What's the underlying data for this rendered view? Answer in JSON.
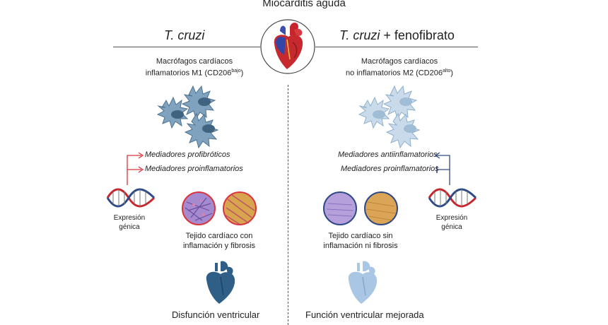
{
  "title": "Miocarditis aguda",
  "left": {
    "heading_italic": "T. cruzi",
    "heading_rest": "",
    "macrophage_label_1": "Macrófagos cardíacos",
    "macrophage_label_2": "inflamatorios M1 (CD206",
    "macrophage_sup": "bajo",
    "macrophage_label_end": ")",
    "mediator_1": "Mediadores profibróticos",
    "mediator_2": "Mediadores proinflamatorios",
    "gene_label_1": "Expresión",
    "gene_label_2": "génica",
    "tissue_label_1": "Tejido cardíaco con",
    "tissue_label_2": "inflamación y fibrosis",
    "outcome": "Disfunción ventricular"
  },
  "right": {
    "heading_italic": "T. cruzi",
    "heading_rest": " + fenofibrato",
    "macrophage_label_1": "Macrófagos cardíacos",
    "macrophage_label_2": "no inflamatorios M2 (CD206",
    "macrophage_sup": "alto",
    "macrophage_label_end": ")",
    "mediator_1": "Mediadores antiinflamatorios",
    "mediator_2": "Mediadores proinflamatorios",
    "gene_label_1": "Expresión",
    "gene_label_2": "génica",
    "tissue_label_1": "Tejido cardíaco sin",
    "tissue_label_2": "inflamación ni fibrosis",
    "outcome": "Función ventricular mejorada"
  },
  "colors": {
    "m1_cell": "#7fa3be",
    "m2_cell": "#c9dbea",
    "activate_arrow": "#d9363e",
    "inhibit_arrow": "#2f4a86",
    "heart_dark": "#2f5e86",
    "heart_light": "#a9c6e4"
  },
  "icons": [
    "heart-anatomy-icon",
    "macrophage-icon",
    "dna-helix-icon",
    "tissue-histology-icon",
    "heart-icon"
  ]
}
